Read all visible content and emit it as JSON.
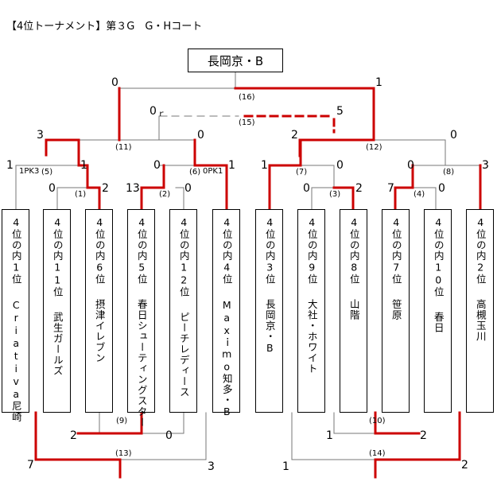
{
  "title": "【4位トーナメント】第３G　G・Hコート",
  "champion": "長岡京・B",
  "colors": {
    "win": "#cc0000",
    "line": "#777777"
  },
  "teams": [
    {
      "seed": "4位の内1位",
      "name": "Criativa尼崎"
    },
    {
      "seed": "4位の内11位",
      "name": "武生ガールズ"
    },
    {
      "seed": "4位の内6位",
      "name": "摂津イレブン"
    },
    {
      "seed": "4位の内5位",
      "name": "春日シューティングスター"
    },
    {
      "seed": "4位の内12位",
      "name": "ピーチレディース"
    },
    {
      "seed": "4位の内4位",
      "name": "Maxｉmo知多・B"
    },
    {
      "seed": "4位の内3位",
      "name": "長岡京・B"
    },
    {
      "seed": "4位の内9位",
      "name": "大社・ホワイト"
    },
    {
      "seed": "4位の内8位",
      "name": "山階"
    },
    {
      "seed": "4位の内7位",
      "name": "笹原"
    },
    {
      "seed": "4位の内10位",
      "name": "春日"
    },
    {
      "seed": "4位の内2位",
      "name": "高槻玉川"
    }
  ],
  "matches": {
    "m1": "(1)",
    "m2": "(2)",
    "m3": "(3)",
    "m4": "(4)",
    "m5": "(5)",
    "m6": "(6)",
    "m7": "(7)",
    "m8": "(8)",
    "m9": "(9)",
    "m10": "(10)",
    "m11": "(11)",
    "m12": "(12)",
    "m13": "(13)",
    "m14": "(14)",
    "m15": "(15)",
    "m16": "(16)"
  },
  "notes": {
    "pk5": "1PK3",
    "pk6": "0PK1",
    "corner": "ｒ"
  },
  "scores": {
    "m1_l": "0",
    "m1_r": "2",
    "m2_l": "13",
    "m2_r": "0",
    "m3_l": "0",
    "m3_r": "2",
    "m4_l": "7",
    "m4_r": "0",
    "m5_l": "1",
    "m5_r": "1",
    "m6_l": "0",
    "m6_r": "1",
    "m7_l": "1",
    "m7_r": "0",
    "m8_l": "0",
    "m8_r": "3",
    "m9_l": "2",
    "m9_r": "0",
    "m10_l": "1",
    "m10_r": "2",
    "m11_l": "3",
    "m11_r": "0",
    "m12_l": "2",
    "m12_r": "0",
    "m13_l": "7",
    "m13_r": "3",
    "m14_l": "1",
    "m14_r": "2",
    "m15_l": "0",
    "m15_r": "5",
    "m16_l": "0",
    "m16_r": "1"
  }
}
